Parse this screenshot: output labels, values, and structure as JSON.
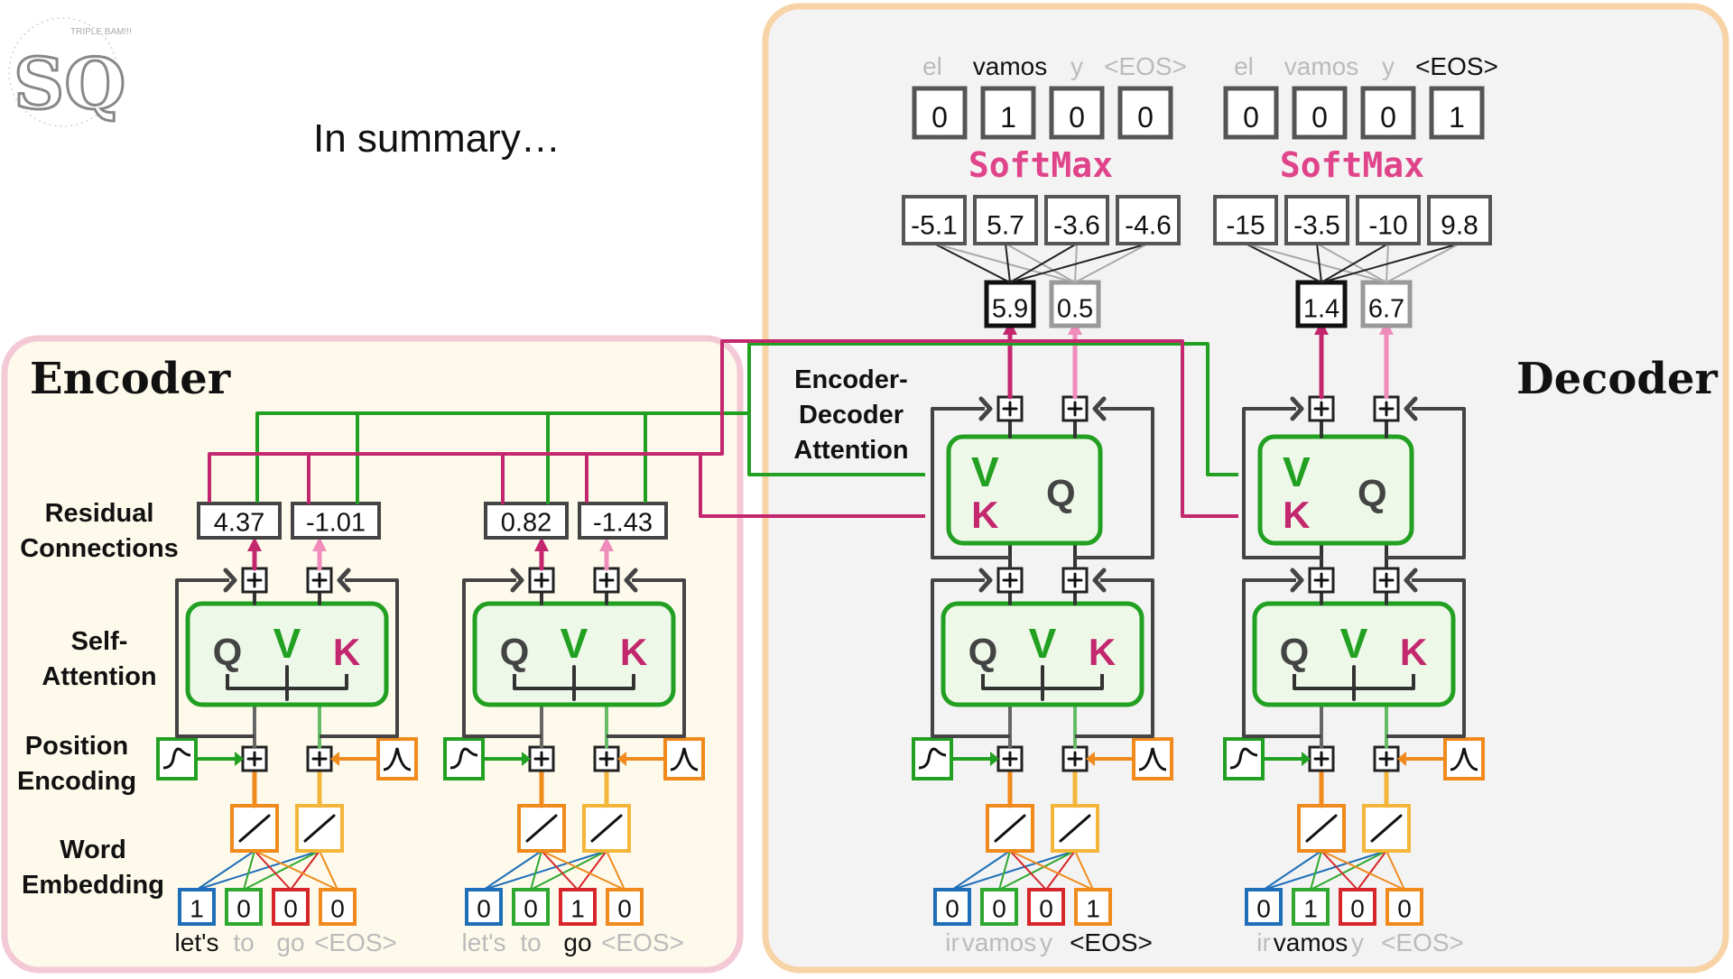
{
  "title": "In summary…",
  "logo": {
    "text": "SQ",
    "small_text": "TRIPLE BAM!!!"
  },
  "encoder": {
    "label": "Encoder"
  },
  "decoder": {
    "label": "Decoder"
  },
  "labels": {
    "residual": [
      "Residual",
      "Connections"
    ],
    "self_attention": [
      "Self-",
      "Attention"
    ],
    "position_encoding": [
      "Position",
      "Encoding"
    ],
    "word_embedding": [
      "Word",
      "Embedding"
    ],
    "encdec_attention": [
      "Encoder-",
      "Decoder",
      "Attention"
    ],
    "softmax": "SoftMax"
  },
  "qvk": {
    "q": "Q",
    "v": "V",
    "k": "K"
  },
  "encoder_columns": [
    {
      "onehot": [
        "1",
        "0",
        "0",
        "0"
      ],
      "words": [
        "let's",
        "to",
        "go",
        "<EOS>"
      ],
      "active_word": 0,
      "outputs": [
        "4.37",
        "-1.01"
      ]
    },
    {
      "onehot": [
        "0",
        "0",
        "1",
        "0"
      ],
      "words": [
        "let's",
        "to",
        "go",
        "<EOS>"
      ],
      "active_word": 2,
      "outputs": [
        "0.82",
        "-1.43"
      ]
    }
  ],
  "decoder_columns": [
    {
      "onehot": [
        "0",
        "0",
        "0",
        "1"
      ],
      "words": [
        "ir",
        "vamos",
        "y",
        "<EOS>"
      ],
      "active_word": 3,
      "fc_outputs": [
        "5.9",
        "0.5"
      ],
      "logits": [
        "-5.1",
        "5.7",
        "-3.6",
        "-4.6"
      ],
      "softmax_out": [
        "0",
        "1",
        "0",
        "0"
      ],
      "out_words": [
        "el",
        "vamos",
        "y",
        "<EOS>"
      ],
      "active_out": 1
    },
    {
      "onehot": [
        "0",
        "1",
        "0",
        "0"
      ],
      "words": [
        "ir",
        "vamos",
        "y",
        "<EOS>"
      ],
      "active_word": 1,
      "fc_outputs": [
        "1.4",
        "6.7"
      ],
      "logits": [
        "-15",
        "-3.5",
        "-10",
        "9.8"
      ],
      "softmax_out": [
        "0",
        "0",
        "0",
        "1"
      ],
      "out_words": [
        "el",
        "vamos",
        "y",
        "<EOS>"
      ],
      "active_out": 3
    }
  ],
  "colors": {
    "encoder_bg": "#fdfaec",
    "encoder_border": "#f4c9d6",
    "decoder_bg": "#f3f3f3",
    "decoder_border": "#f7d3a6",
    "green": "#22a022",
    "pink": "#c3286f",
    "light_pink": "#f08cbc",
    "orange": "#f08a1c",
    "yellow_orange": "#f4b63a",
    "softmax": "#e0448a",
    "onehot": [
      "#1f6fb8",
      "#2fa82f",
      "#d6262a",
      "#f08a1c"
    ]
  }
}
